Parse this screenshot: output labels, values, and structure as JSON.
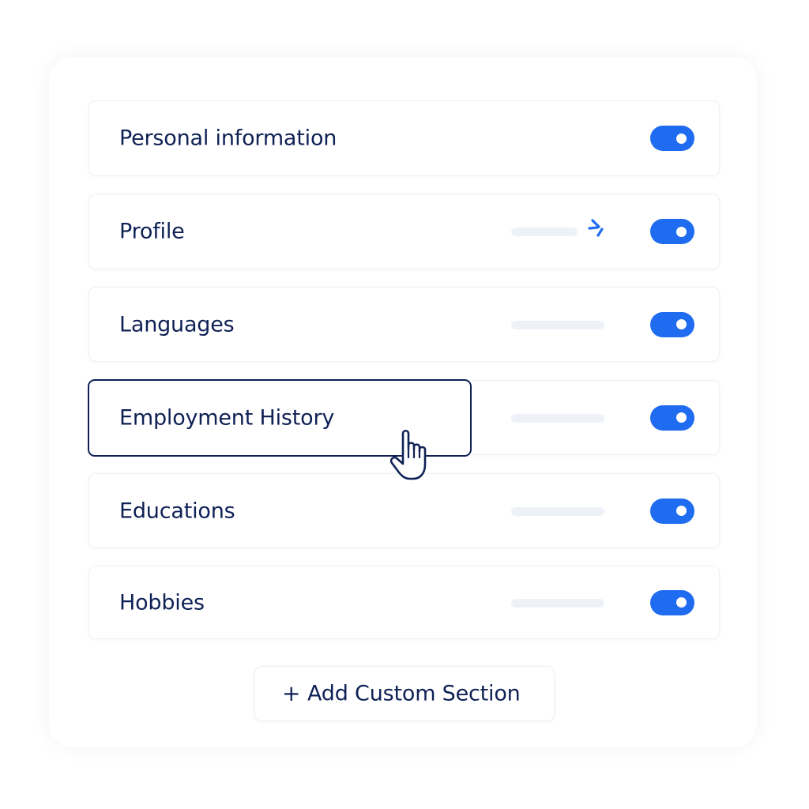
{
  "colors": {
    "accent": "#1f6cf0",
    "text": "#0f2155",
    "placeholder": "#eef2f8",
    "border": "#eef0f5"
  },
  "sections": [
    {
      "label": "Personal information",
      "enabled": true,
      "has_placeholder": false
    },
    {
      "label": "Profile",
      "enabled": true,
      "has_placeholder": true,
      "indicator_icon": "sparkle-icon"
    },
    {
      "label": "Languages",
      "enabled": true,
      "has_placeholder": true
    },
    {
      "label": "Employment History",
      "enabled": true,
      "has_placeholder": true,
      "state": "highlighted"
    },
    {
      "label": "Educations",
      "enabled": true,
      "has_placeholder": true
    },
    {
      "label": "Hobbies",
      "enabled": true,
      "has_placeholder": true
    }
  ],
  "cursor_icon": "hand-pointer-icon",
  "add_section": {
    "icon": "plus-icon",
    "plus_glyph": "+",
    "label": "Add Custom Section"
  }
}
